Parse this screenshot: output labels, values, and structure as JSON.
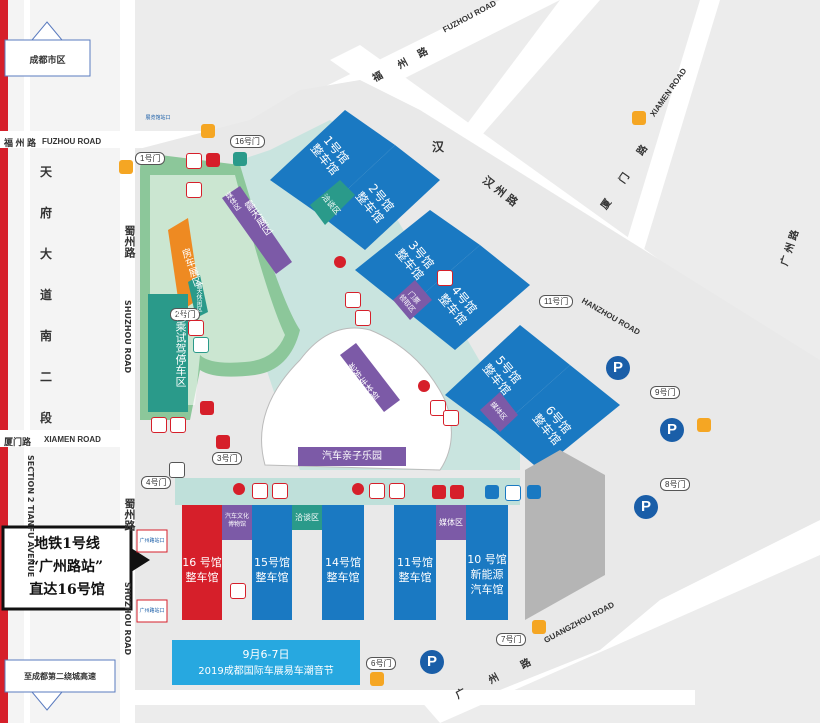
{
  "regions": {
    "chengdu_city": "成都市区",
    "expressway": "至成都第二绕城高速"
  },
  "roads": {
    "fuzhou_road_en": "FUZHOU ROAD",
    "fuzhou_road_cn_left": "福 州 路",
    "fuzhou_road_top_cn_1": "福",
    "fuzhou_road_top_cn_2": "州",
    "fuzhou_road_top_cn_3": "路",
    "fuzhou_road_top_en": "FUZHOU ROAD",
    "xiamen_road_cn": "厦门路",
    "xiamen_road_en": "XIAMEN ROAD",
    "xiamen_road_diag_en": "XIAMEN ROAD",
    "xiamen_road_diag_cn_1": "厦",
    "xiamen_road_diag_cn_2": "门",
    "xiamen_road_diag_cn_3": "路",
    "tianfu_avenue_cn": [
      "天",
      "府",
      "大",
      "道",
      "南",
      "二",
      "段"
    ],
    "tianfu_avenue_en_1": "SECTION 2 TIANFU AVENUE",
    "shuzhou_road_cn_upper": "蜀州路",
    "shuzhou_road_cn_lower": "蜀州路",
    "shuzhou_road_en_upper": "SHUZHOU ROAD",
    "shuzhou_road_en_lower": "SHUZHOU ROAD",
    "hanzhou_road_cn": "汉 州 路",
    "hanzhou_road_en": "HANZHOU ROAD",
    "guangzhou_road_cn_right": "广 州 路",
    "guangzhou_road_en": "GUANGZHOU ROAD",
    "guangzhou_road_cn_bottom_1": "广",
    "guangzhou_road_cn_bottom_2": "州",
    "guangzhou_road_cn_bottom_3": "路"
  },
  "gates": {
    "g1": "1号门",
    "g2": "2号门",
    "g3": "3号门",
    "g4": "4号门",
    "g6": "6号门",
    "g7": "7号门",
    "g8": "8号门",
    "g9": "9号门",
    "g11": "11号门",
    "g16": "16号门"
  },
  "halls": {
    "h1": "1号馆\n整车馆",
    "h2": "2号馆\n整车馆",
    "h3": "3号馆\n整车馆",
    "h4": "4号馆\n整车馆",
    "h5": "5号馆\n整车馆",
    "h6": "6号馆\n整车馆",
    "h10": "10 号馆\n新能源\n汽车馆",
    "h11": "11号馆\n整车馆",
    "h14": "14号馆\n整车馆",
    "h15": "15号馆\n整车馆",
    "h16": "16 号馆\n整车馆"
  },
  "zones": {
    "negotiation_1": "洽谈区",
    "negotiation_2": "洽谈区",
    "ticket_office": "门票\n领取区",
    "media_1": "媒体区",
    "media_2": "媒体区",
    "media_3": "媒体区",
    "car_culture": "汽车文化\n博物馆",
    "rv_area": "房车展区",
    "outdoor": "露天展区",
    "outdoor_2": "露天休闲区",
    "test_drive": "试乘试驾停车区",
    "classic_car": "老爷车体验",
    "kids_park": "汽车亲子乐园",
    "event_date": "9月6-7日",
    "event_name": "2019成都国际车展易车潮音节"
  },
  "metro": {
    "station_top": "广州路站口",
    "station_bottom": "广州路站口",
    "callout_line1": "地铁1号线",
    "callout_line2": "“广州路站”",
    "callout_line3": "直达16号馆",
    "top_right_station": "展览馆站口"
  },
  "parking": {
    "symbol": "P"
  },
  "colors": {
    "hall_blue": "#1a79c2",
    "hall_red": "#d61f2a",
    "zone_purple": "#7c5aa7",
    "zone_teal": "#2a9a8a",
    "zone_orange": "#ee8a22",
    "plaza": "#b9dcd6",
    "road": "#ffffff",
    "grass": "#8cc79a",
    "event_blue": "#27a8e0",
    "parking_blue": "#1a5ea8"
  }
}
